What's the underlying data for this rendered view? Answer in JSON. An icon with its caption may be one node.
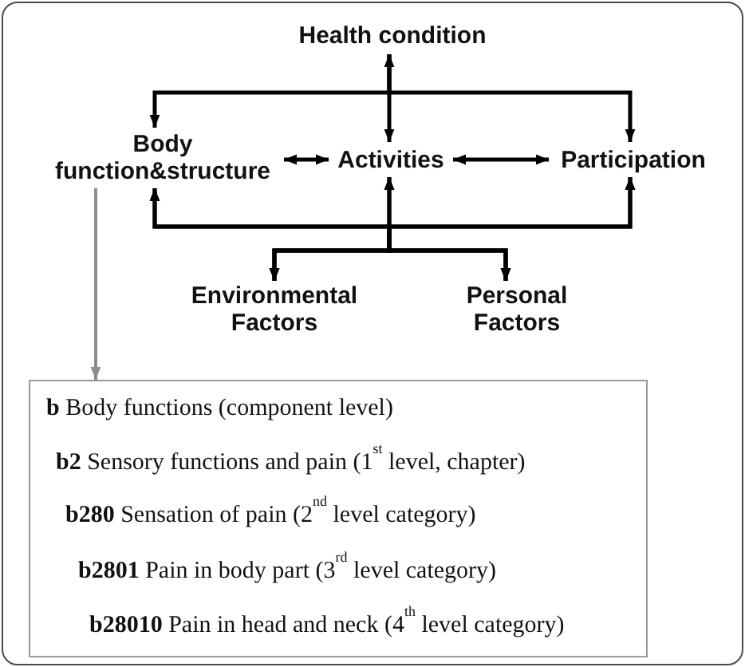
{
  "diagram": {
    "nodes": [
      {
        "text": [
          "Health condition"
        ]
      },
      {
        "text": [
          "Body function&structure"
        ]
      },
      {
        "text": [
          "Activities"
        ]
      },
      {
        "text": [
          "Participation"
        ]
      },
      {
        "text": [
          "Environmental Factors"
        ]
      },
      {
        "text": [
          "Personal Factors"
        ]
      },
      {
        "text": [
          "**b** Body functions (component level)",
          "**b2** Sensory functions and pain (1$^{st}$ level, chapter)",
          "**b280** Sensation of pain (2$^{nd}$ level category)",
          "**b2801** Pain in body part (3$^{rd}$ level category)",
          "**b28010** Pain in head and neck (4$^{th}$ level category)"
        ]
      }
    ],
    "edges": [
      {
        "from": 0,
        "to": 2,
        "arrow": "both"
      },
      {
        "from": 0,
        "to": 1,
        "arrow": "to"
      },
      {
        "from": 0,
        "to": 3,
        "arrow": "to"
      },
      {
        "from": 1,
        "to": 2,
        "arrow": "both"
      },
      {
        "from": 2,
        "to": 3,
        "arrow": "both"
      },
      {
        "from": 4,
        "to": 1,
        "arrow": "both"
      },
      {
        "from": 4,
        "to": 2,
        "arrow": "both"
      },
      {
        "from": 4,
        "to": 3,
        "arrow": "both"
      },
      {
        "from": 5,
        "to": 1,
        "arrow": "both"
      },
      {
        "from": 5,
        "to": 2,
        "arrow": "both"
      },
      {
        "from": 5,
        "to": 3,
        "arrow": "both"
      },
      {
        "from": 1,
        "to": 6,
        "arrow": "to",
        "color": "#8c8c8c"
      }
    ]
  }
}
